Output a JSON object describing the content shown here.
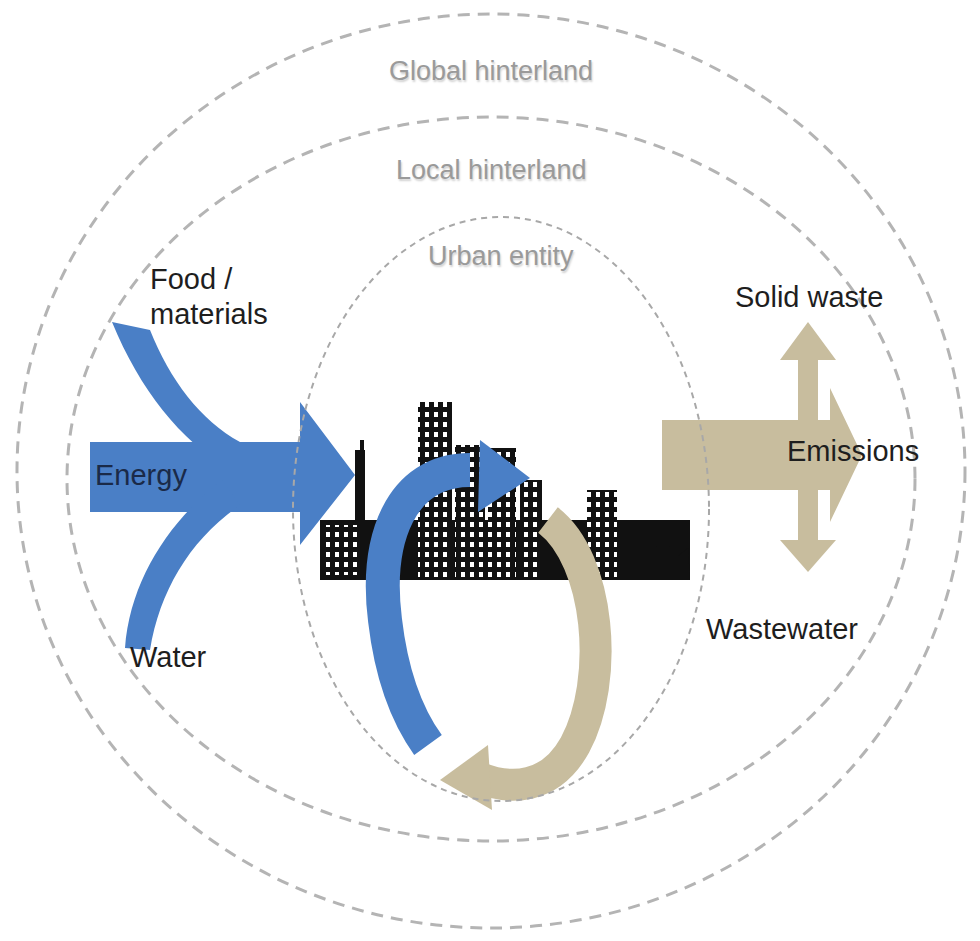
{
  "diagram": {
    "nodes": [
      {
        "text": [
          "Global hinterland"
        ]
      },
      {
        "text": [
          "Local hinterland"
        ],
        "in": 0
      },
      {
        "text": [
          "Urban entity"
        ],
        "in": 1
      }
    ],
    "labels": [
      "Food / materials",
      "Energy",
      "Water",
      "Solid waste",
      "Emissions",
      "Wastewater"
    ]
  }
}
